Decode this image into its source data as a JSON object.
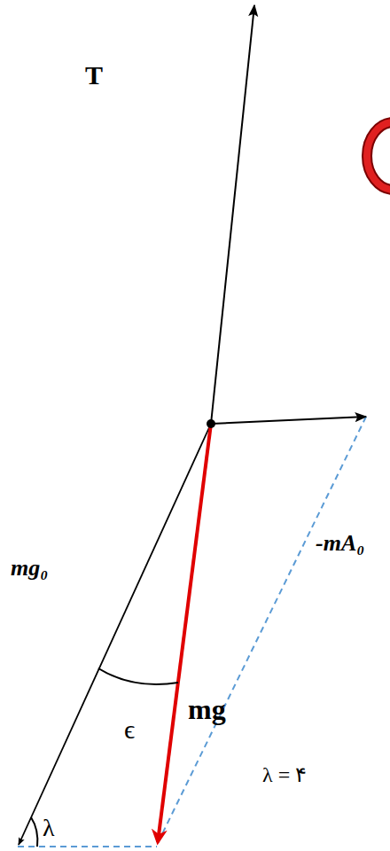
{
  "diagram": {
    "labels": [
      "T",
      "-mA₀",
      "mg₀",
      "mg",
      "ϵ",
      "λ = ۴",
      "λ"
    ]
  }
}
